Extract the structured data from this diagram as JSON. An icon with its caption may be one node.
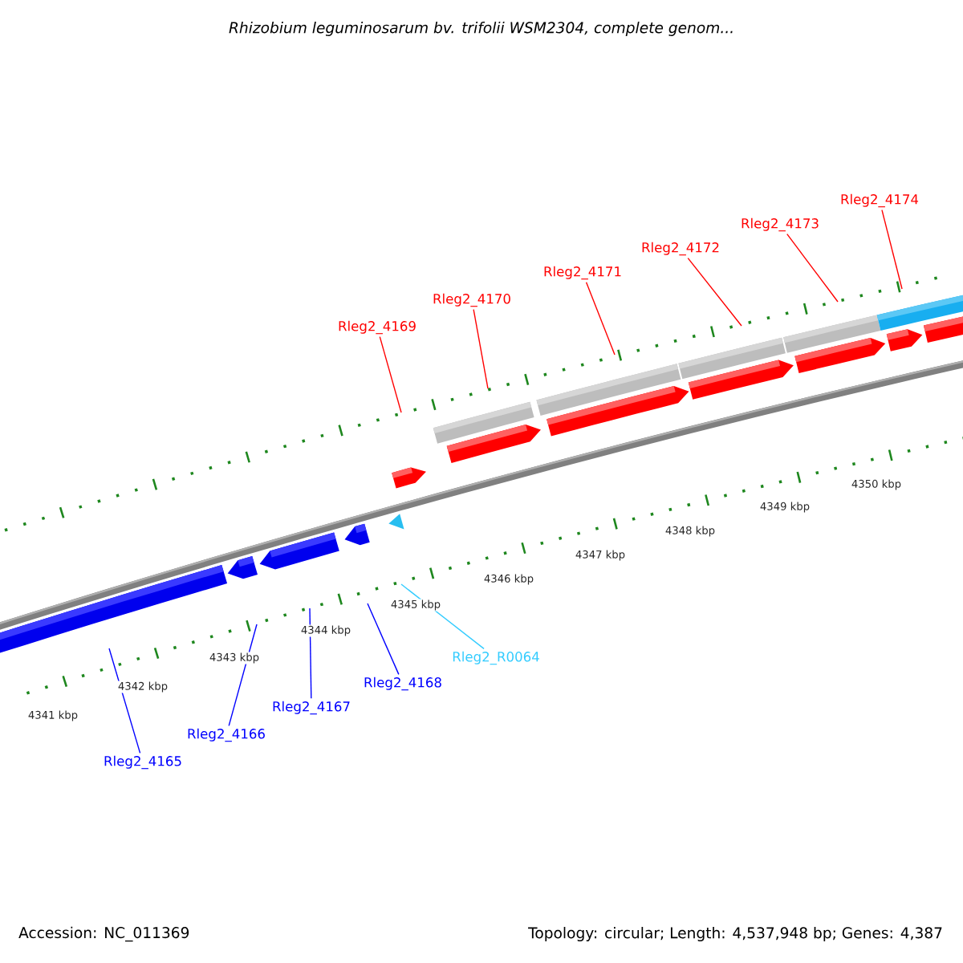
{
  "diagram": {
    "title": "Rhizobium leguminosarum bv. trifolii WSM2304, complete genom...",
    "nodes": [
      {
        "text": [
          "Rleg2_4169"
        ]
      },
      {
        "text": [
          "Rleg2_4170"
        ]
      },
      {
        "text": [
          "Rleg2_4171"
        ]
      },
      {
        "text": [
          "Rleg2_4172"
        ]
      },
      {
        "text": [
          "Rleg2_4173"
        ]
      },
      {
        "text": [
          "Rleg2_4174"
        ]
      },
      {
        "text": [
          "Rleg2_4165"
        ]
      },
      {
        "text": [
          "Rleg2_4166"
        ]
      },
      {
        "text": [
          "Rleg2_4167"
        ]
      },
      {
        "text": [
          "Rleg2_4168"
        ]
      },
      {
        "text": [
          "Rleg2_R0064"
        ]
      }
    ],
    "edges": [
      {
        "from": 0,
        "to": null,
        "arrow": "none"
      },
      {
        "from": 1,
        "to": null,
        "arrow": "none"
      },
      {
        "from": 2,
        "to": null,
        "arrow": "none"
      },
      {
        "from": 3,
        "to": null,
        "arrow": "none"
      },
      {
        "from": 4,
        "to": null,
        "arrow": "none"
      },
      {
        "from": 5,
        "to": null,
        "arrow": "none"
      },
      {
        "from": 6,
        "to": null,
        "arrow": "none",
        "color": "#0000ff"
      },
      {
        "from": 7,
        "to": null,
        "arrow": "none",
        "color": "#0000ff"
      },
      {
        "from": 8,
        "to": null,
        "arrow": "none",
        "color": "#0000ff"
      },
      {
        "from": 9,
        "to": null,
        "arrow": "none",
        "color": "#0000ff"
      },
      {
        "from": 10,
        "to": null,
        "arrow": "none",
        "color": "#33ccff"
      }
    ],
    "labels": [
      "4350 kbp",
      "4349 kbp",
      "4348 kbp",
      "4347 kbp",
      "4346 kbp",
      "4345 kbp",
      "4344 kbp",
      "4343 kbp",
      "4342 kbp",
      "4341 kbp",
      "Accession: NC_011369",
      "Topology: circular; Length: 4,537,948 bp; Genes: 4,387"
    ]
  }
}
